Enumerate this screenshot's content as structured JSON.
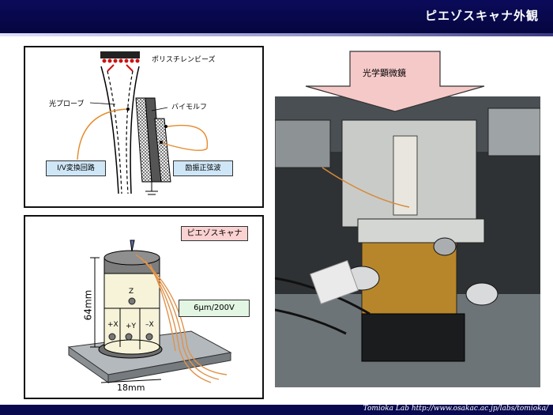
{
  "header": {
    "title": "ピエゾスキャナ外観"
  },
  "footer": {
    "text": "Tomioka Lab   http://www.osakac.ac.jp/labs/tomioka/"
  },
  "diagram1": {
    "polystyrene_label": "ポリスチレンビーズ",
    "probe_label": "光プローブ",
    "bimorph_label": "バイモルフ",
    "iv_box": "I/V変換回路",
    "excite_box": "励振正弦波"
  },
  "diagram2": {
    "scanner_label": "ピエゾスキャナ",
    "height_label": "64mm",
    "width_label": "18mm",
    "z_label": "Z",
    "px_label": "+X",
    "py_label": "+Y",
    "mx_label": "–X",
    "spec_label": "6μm/200V"
  },
  "photo": {
    "arrow_label": "光学顕微鏡"
  }
}
